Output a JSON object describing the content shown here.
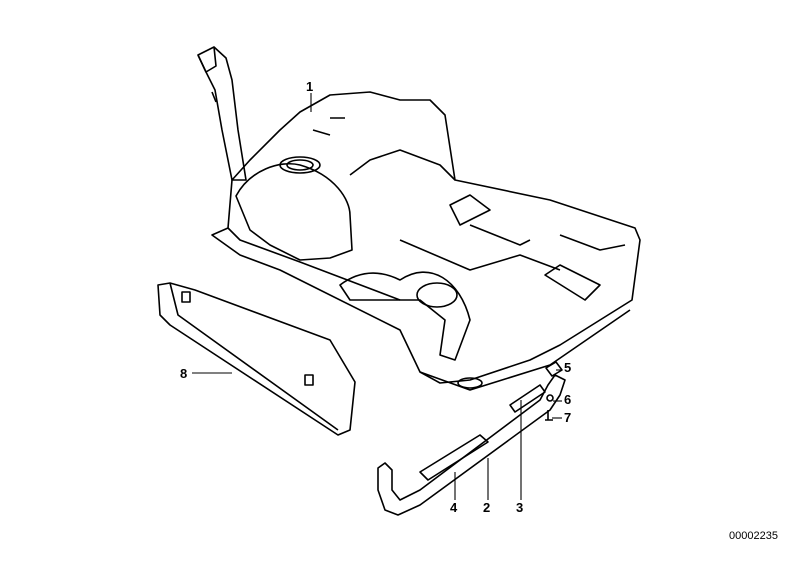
{
  "diagram": {
    "labels": [
      "1",
      "2",
      "3",
      "4",
      "5",
      "6",
      "7",
      "8"
    ],
    "part_id": "00002235",
    "stroke_color": "#000000",
    "background": "#ffffff"
  }
}
